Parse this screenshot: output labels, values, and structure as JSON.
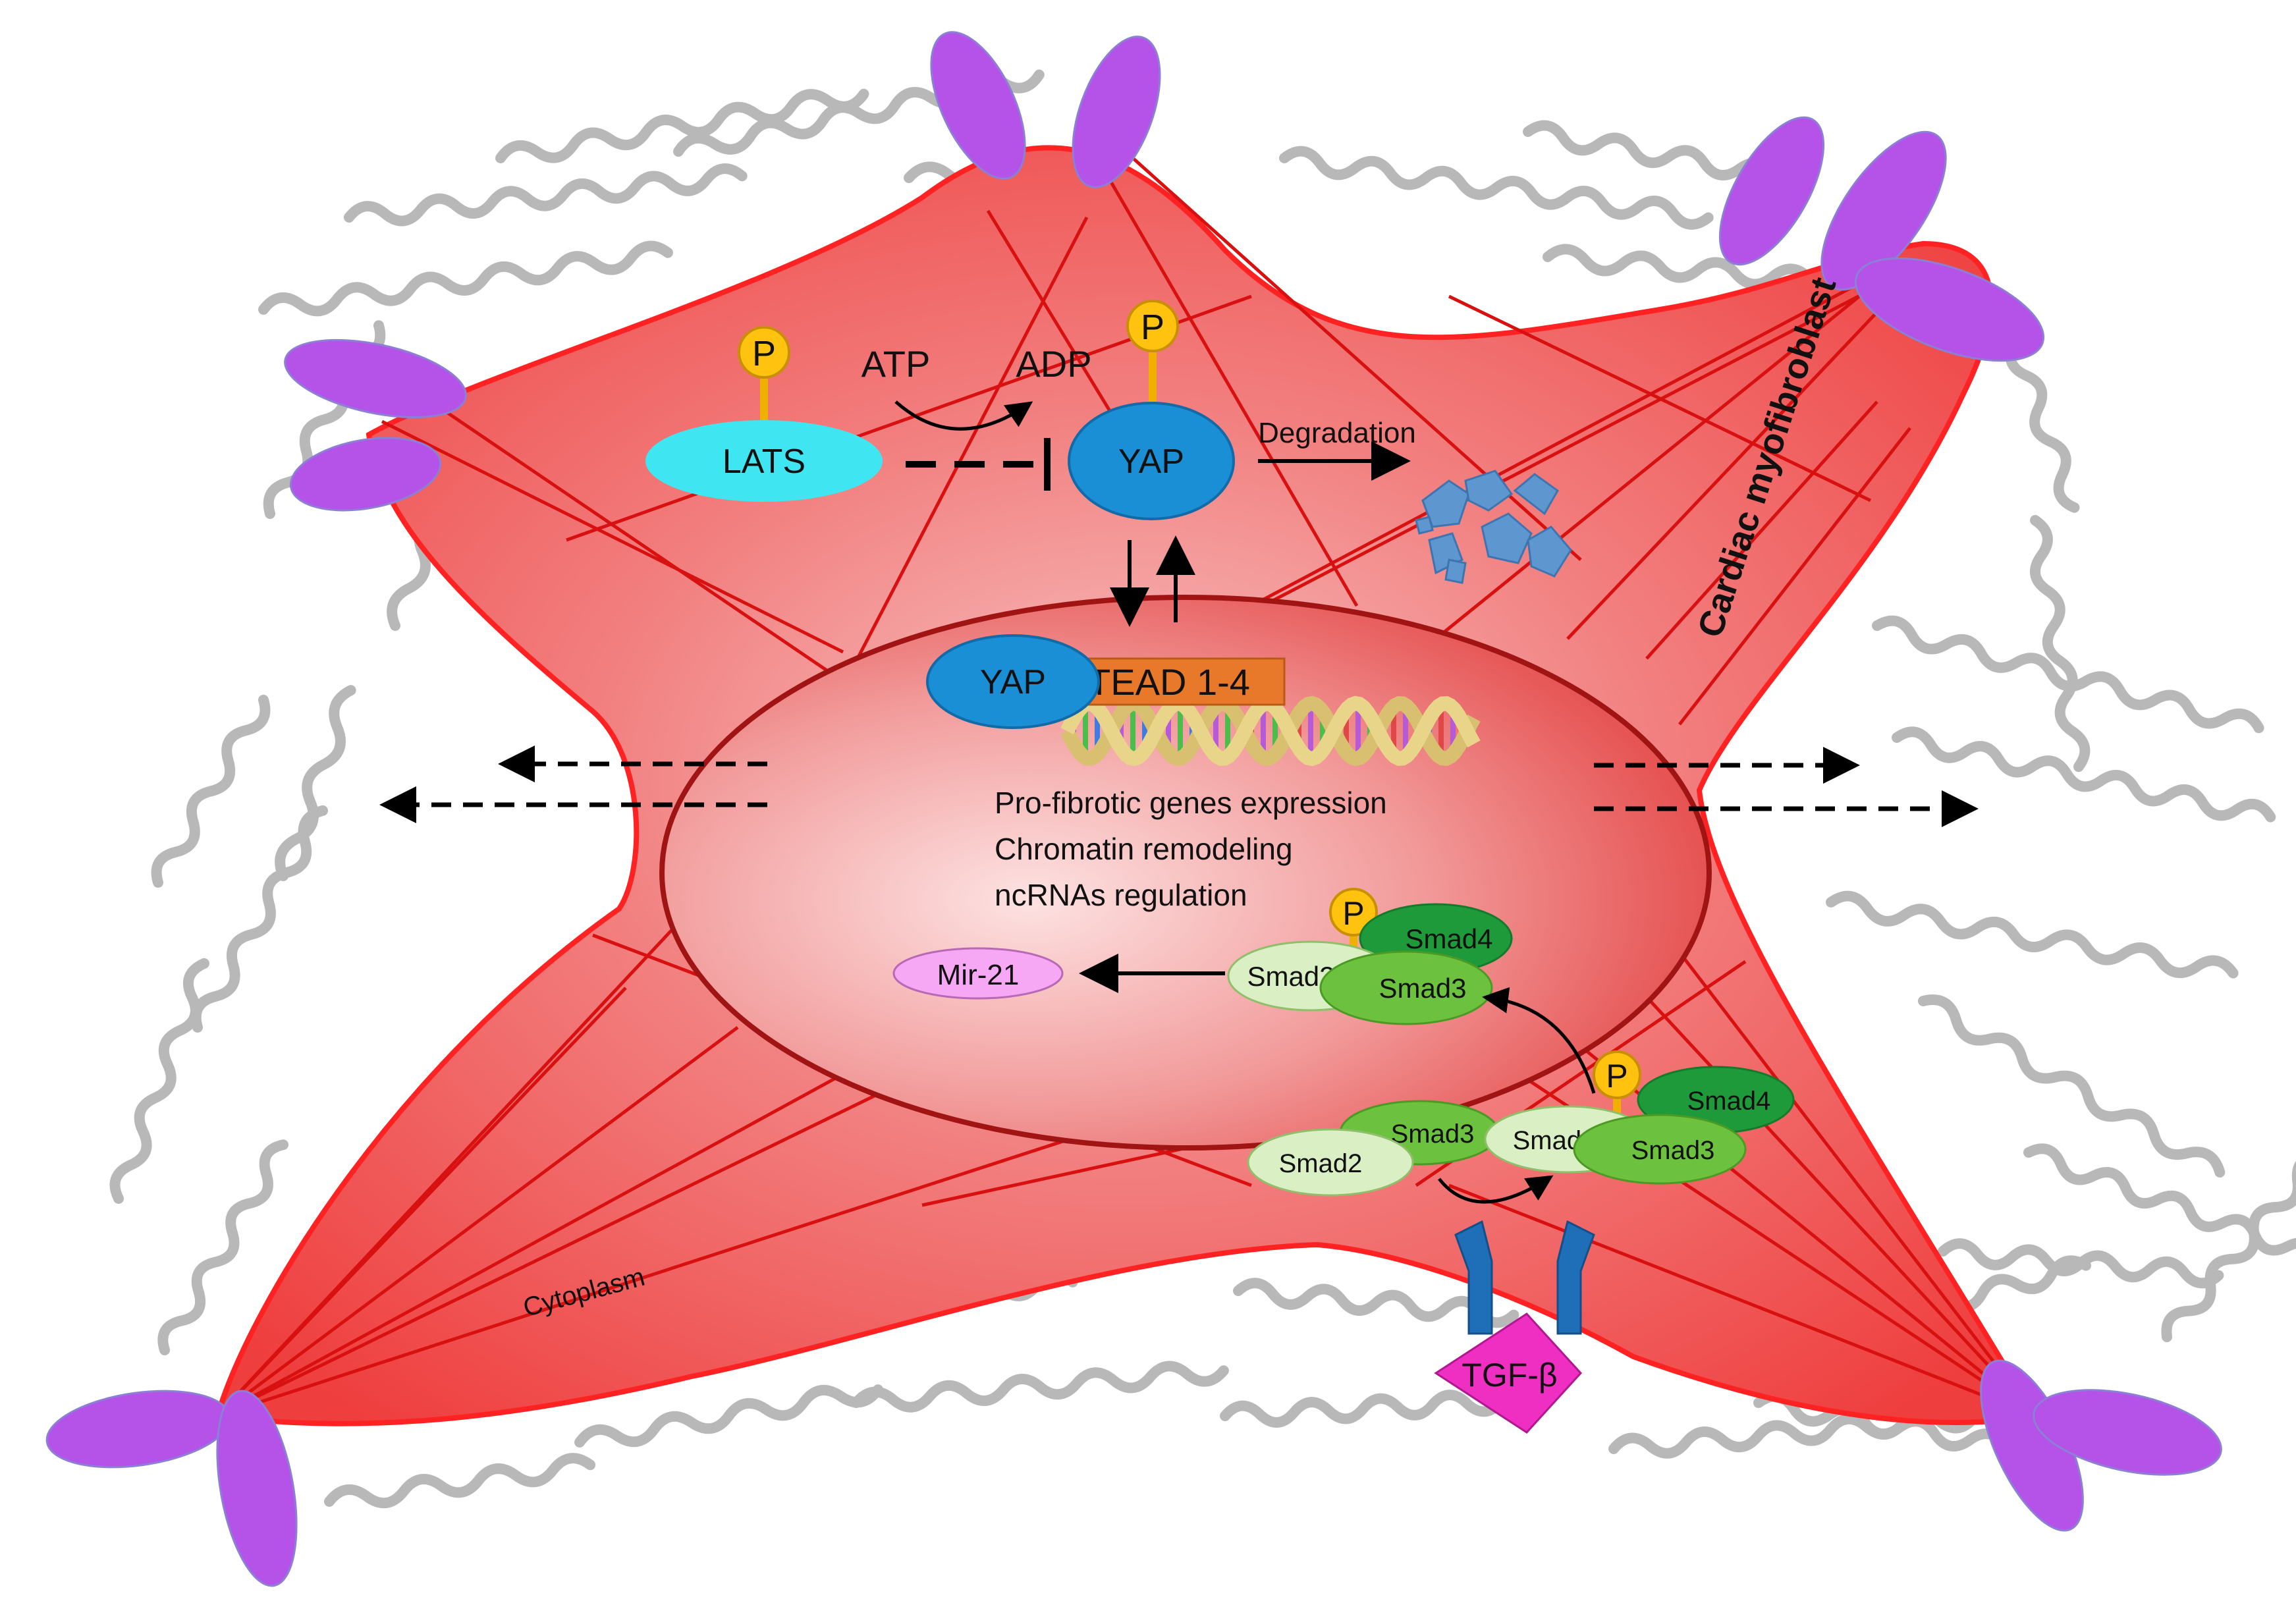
{
  "labels": {
    "p_symbol": "P",
    "lats": "LATS",
    "atp": "ATP",
    "adp": "ADP",
    "yap": "YAP",
    "degradation": "Degradation",
    "cell_name": "Cardiac myofibroblast",
    "tead": "TEAD 1-4",
    "gene_lines": [
      "Pro-fibrotic genes expression",
      "Chromatin remodeling",
      "ncRNAs regulation"
    ],
    "smad2": "Smad2",
    "smad3": "Smad3",
    "smad4": "Smad4",
    "mir21": "Mir-21",
    "cytoplasm": "Cytoplasm",
    "tgfb": "TGF-β"
  },
  "colors": {
    "cell_fill": "#f04848",
    "cell_edge": "#ff1f1f",
    "nucleus_fill": "#e84545",
    "nucleus_edge": "#a01414",
    "stress_fiber": "#d81010",
    "integrin": "#b552e8",
    "lats": "#3fe6f2",
    "yap": "#1a8fd6",
    "tead": "#e8792a",
    "phospho": "#ffc20e",
    "smad_light": "#daf0c4",
    "smad_mid": "#6cc23e",
    "smad_dark": "#1f9a3a",
    "mir21": "#f6a8f4",
    "tgfb": "#ee2fc2",
    "receptor": "#1f6eb8",
    "collagen": "#b4b4b4"
  },
  "icons": [
    "integrin-icon",
    "collagen-fiber-icon",
    "dna-helix-icon",
    "degraded-protein-icon",
    "tgf-beta-receptor-icon"
  ]
}
